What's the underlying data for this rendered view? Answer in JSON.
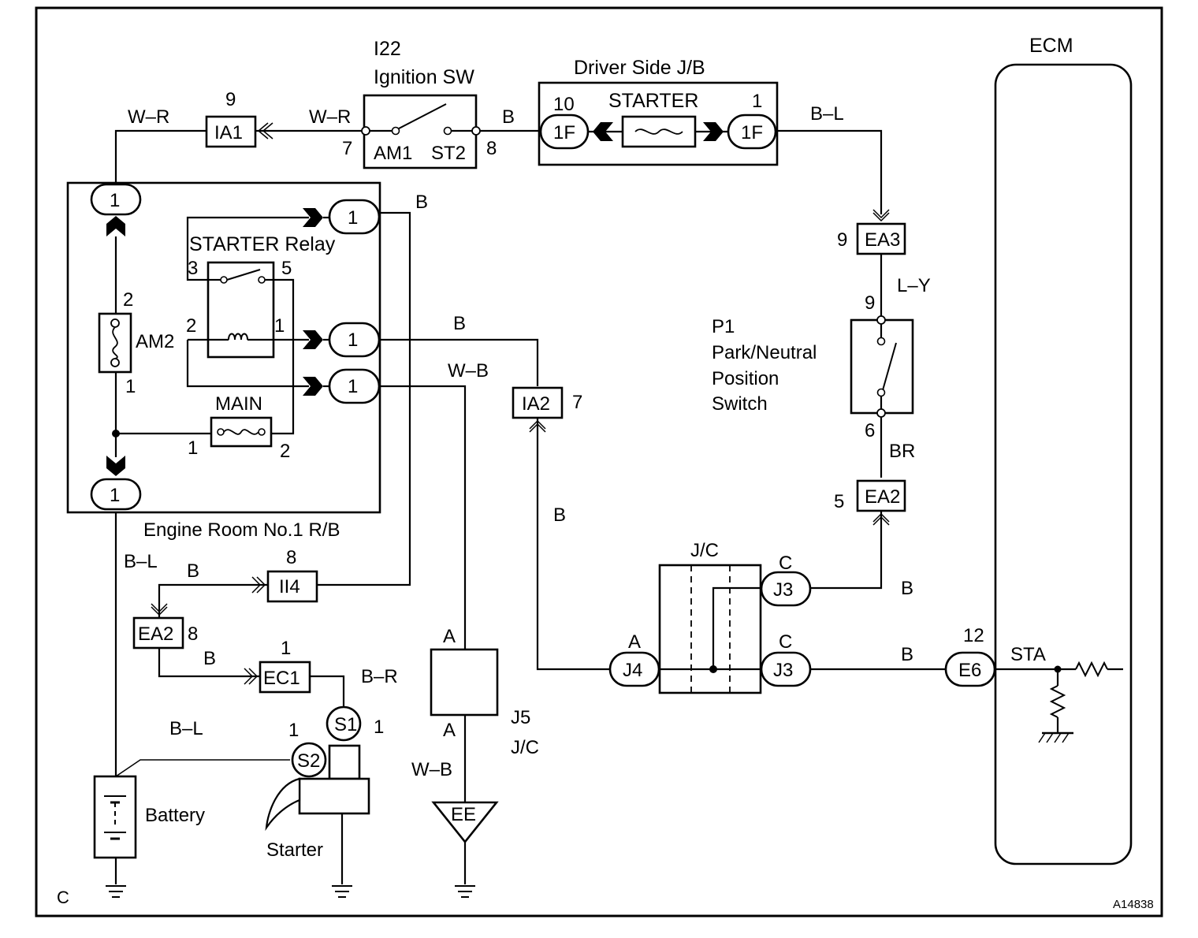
{
  "diagram_id": "A14838",
  "page_label": "C",
  "ecm": {
    "title": "ECM",
    "terminal_label": "STA",
    "connector": "E6",
    "pin": "12"
  },
  "ignition_switch": {
    "id": "I22",
    "name": "Ignition SW",
    "terminal_am1": "AM1",
    "terminal_st2": "ST2",
    "pin_am1": "7",
    "pin_st2": "8"
  },
  "driver_jb": {
    "name": "Driver Side J/B",
    "fuse": "STARTER",
    "connector": "1F",
    "pin_in": "10",
    "pin_out": "1"
  },
  "engine_rb": {
    "name": "Engine Room No.1 R/B",
    "connector": "1",
    "relay": "STARTER Relay",
    "relay_pins": {
      "p3": "3",
      "p5": "5",
      "p2": "2",
      "p1": "1"
    },
    "fuse_am2": "AM2",
    "am2_pin_top": "2",
    "am2_pin_bottom": "1",
    "fuse_main": "MAIN",
    "main_pin_left": "1",
    "main_pin_right": "2"
  },
  "connectors": {
    "ia1": {
      "label": "IA1",
      "pin": "9"
    },
    "ia2": {
      "label": "IA2",
      "pin": "7"
    },
    "ea3": {
      "label": "EA3",
      "pin": "9"
    },
    "ea2_right": {
      "label": "EA2",
      "pin": "5"
    },
    "ea2_left": {
      "label": "EA2",
      "pin": "8"
    },
    "ii4": {
      "label": "II4",
      "pin": "8"
    },
    "ec1": {
      "label": "EC1",
      "pin": "1"
    }
  },
  "pn_switch": {
    "id": "P1",
    "line1": "Park/Neutral",
    "line2": "Position",
    "line3": "Switch",
    "pin_top": "9",
    "pin_bottom": "6"
  },
  "jc_box": {
    "title": "J/C",
    "j3": "J3",
    "j4": "J4",
    "pin_a": "A",
    "pin_c": "C"
  },
  "j5": {
    "id": "J5",
    "name": "J/C",
    "pin_a": "A"
  },
  "ground_ee": "EE",
  "battery": "Battery",
  "starter": {
    "name": "Starter",
    "s1": "S1",
    "s2": "S2",
    "pin": "1"
  },
  "wires": {
    "wr": "W–R",
    "b": "B",
    "bl": "B–L",
    "ly": "L–Y",
    "br": "BR",
    "wb": "W–B",
    "brr": "B–R"
  }
}
